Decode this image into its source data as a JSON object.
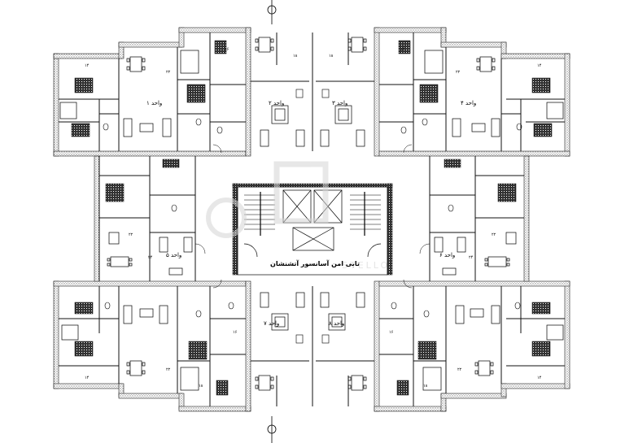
{
  "drawing": {
    "core_label": "تابی امن آسانسور آتشنشان",
    "watermark": "STELLO",
    "colors": {
      "wall": "#444444",
      "hatch": "#666666",
      "line": "#000000",
      "watermark": "#d8d8d8"
    }
  },
  "units": [
    {
      "id": "unit-1",
      "label": "واحد ۱"
    },
    {
      "id": "unit-2",
      "label": "واحد ۲"
    },
    {
      "id": "unit-3",
      "label": "واحد ۳"
    },
    {
      "id": "unit-4",
      "label": "واحد ۴"
    },
    {
      "id": "unit-5",
      "label": "واحد ۵"
    },
    {
      "id": "unit-6",
      "label": "واحد ۶"
    },
    {
      "id": "unit-7",
      "label": "واحد ۷"
    },
    {
      "id": "unit-8",
      "label": "واحد ۸"
    }
  ],
  "room_tags": [
    "۱۶",
    "۱۴",
    "۲۲",
    "۱۸",
    "۲۴"
  ]
}
